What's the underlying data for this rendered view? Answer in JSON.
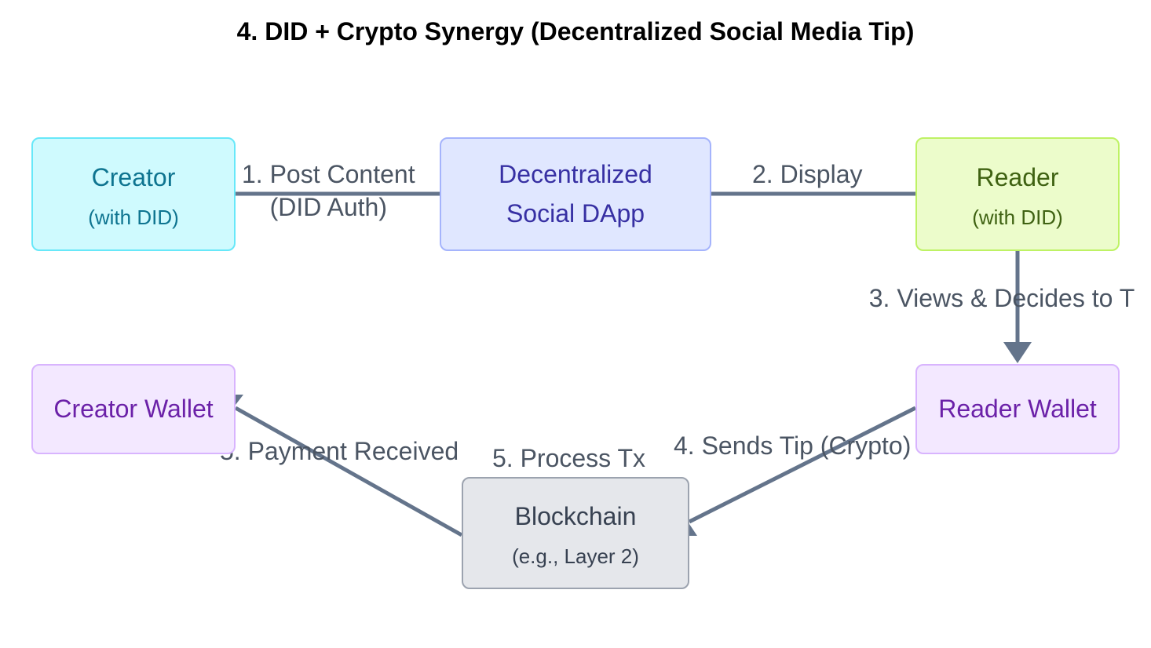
{
  "title": "4. DID + Crypto Synergy (Decentralized Social Media Tip)",
  "nodes": {
    "creator": {
      "label": "Creator",
      "sub": "(with DID)",
      "fill": "#cffafe",
      "stroke": "#67e8f9",
      "text": "#0e7490"
    },
    "dapp": {
      "label_line1": "Decentralized",
      "label_line2": "Social DApp",
      "fill": "#e0e7ff",
      "stroke": "#a5b4fc",
      "text": "#3730a3"
    },
    "reader": {
      "label": "Reader",
      "sub": "(with DID)",
      "fill": "#ecfccb",
      "stroke": "#bef264",
      "text": "#3f6212"
    },
    "creator_wallet": {
      "label": "Creator Wallet",
      "fill": "#f3e8ff",
      "stroke": "#d8b4fe",
      "text": "#6b21a8"
    },
    "reader_wallet": {
      "label": "Reader Wallet",
      "fill": "#f3e8ff",
      "stroke": "#d8b4fe",
      "text": "#6b21a8"
    },
    "blockchain": {
      "label": "Blockchain",
      "sub": "(e.g., Layer 2)",
      "fill": "#e5e7eb",
      "stroke": "#9ca3af",
      "text": "#374151"
    }
  },
  "edges": {
    "post_content": {
      "line1": "1. Post Content",
      "line2": "(DID Auth)"
    },
    "display": {
      "label": "2. Display"
    },
    "views": {
      "label": "3. Views & Decides to T"
    },
    "sends_tip": {
      "label": "4. Sends Tip (Crypto)"
    },
    "process_tx": {
      "label": "5. Process Tx"
    },
    "payment_received": {
      "label": "5. Payment Received"
    }
  },
  "colors": {
    "edge": "#64748b"
  }
}
